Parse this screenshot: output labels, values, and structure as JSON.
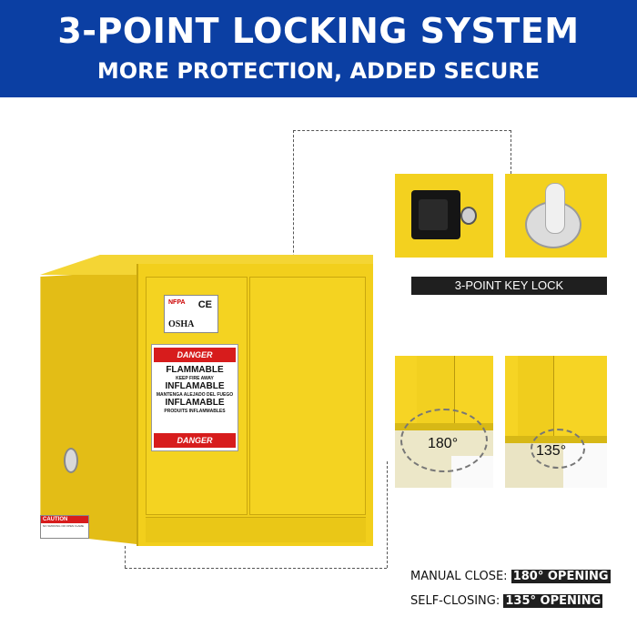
{
  "header": {
    "title": "3-POINT LOCKING SYSTEM",
    "subtitle": "MORE PROTECTION, ADDED SECURE"
  },
  "cabinet": {
    "logos": {
      "ce": "CE",
      "osha": "OSHA",
      "nfpa": "NFPA"
    },
    "label": {
      "danger_top": "DANGER",
      "line1": "FLAMMABLE",
      "line1_small": "KEEP FIRE AWAY",
      "line2": "INFLAMABLE",
      "line2_small": "MANTENGA ALEJADO DEL FUEGO",
      "line3": "INFLAMABLE",
      "line3_small": "PRODUITS INFLAMMABLES",
      "danger_bottom": "DANGER"
    },
    "caution": {
      "title": "CAUTION",
      "text": "NO SMOKING OR OPEN FLAME"
    }
  },
  "details": {
    "key_lock_label": "3-POINT KEY LOCK",
    "angle_1": "180°",
    "angle_2": "135°"
  },
  "captions": {
    "manual_prefix": "MANUAL CLOSE:",
    "manual_highlight": "180° OPENING",
    "self_prefix": "SELF-CLOSING:",
    "self_highlight": "135° OPENING"
  },
  "colors": {
    "header_blue": "#0b3fa3",
    "cabinet_yellow": "#f2cf1c",
    "danger_red": "#d71c1c",
    "label_dark": "#1f1f1f"
  }
}
